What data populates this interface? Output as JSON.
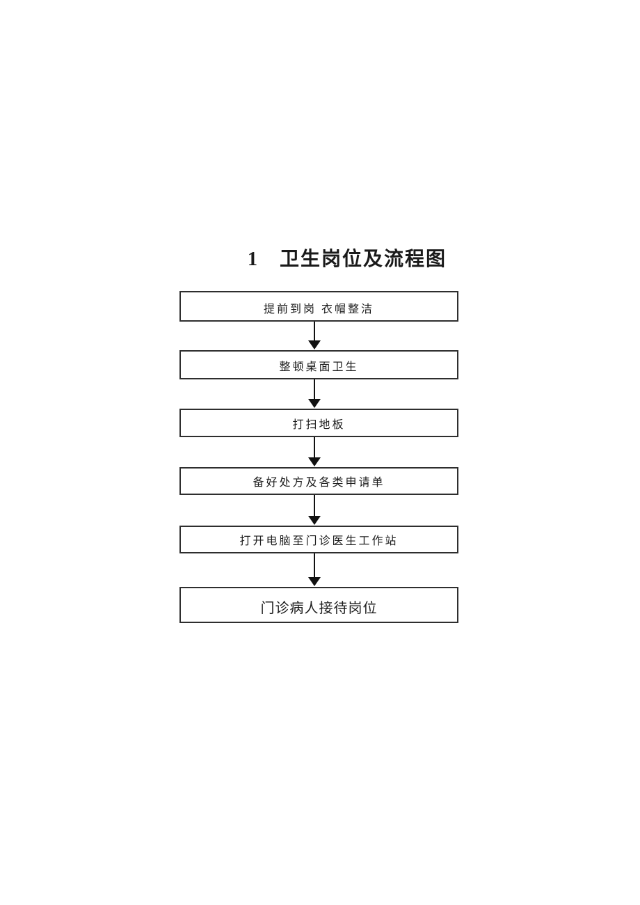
{
  "page": {
    "title": "1　卫生岗位及流程图",
    "background_color": "#ffffff"
  },
  "flowchart": {
    "type": "vertical-flow",
    "connector": "down-arrow",
    "colors": {
      "box_border": "#2e2e2e",
      "text": "#1c1c1c",
      "arrow": "#111111"
    },
    "steps": [
      {
        "label": "提前到岗 衣帽整洁"
      },
      {
        "label": "整顿桌面卫生"
      },
      {
        "label": "打扫地板"
      },
      {
        "label": "备好处方及各类申请单"
      },
      {
        "label": "打开电脑至门诊医生工作站"
      },
      {
        "label": "门诊病人接待岗位"
      }
    ]
  }
}
